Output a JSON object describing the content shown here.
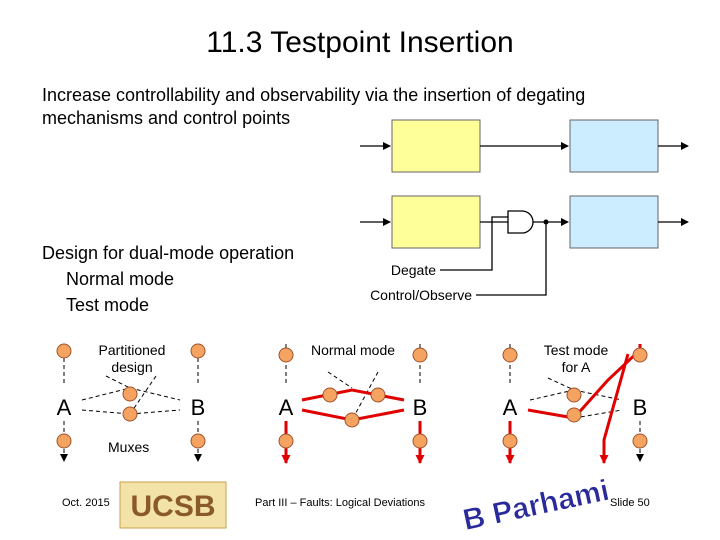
{
  "slide": {
    "title": "11.3  Testpoint Insertion",
    "intro": "Increase controllability and observability via the insertion of degating mechanisms and control points",
    "dual": {
      "heading": "Design for dual-mode operation",
      "mode_normal": "Normal mode",
      "mode_test": "Test mode"
    }
  },
  "degating_diagram": {
    "degate_label": "Degate",
    "control_observe_label": "Control/Observe",
    "colors": {
      "block_yellow": "#ffff99",
      "block_blue": "#ccecff"
    }
  },
  "partition_diagrams": {
    "partitioned_label": "Partitioned\ndesign",
    "normal_label": "Normal mode",
    "test_label": "Test mode\nfor A",
    "muxes_label": "Muxes",
    "block_a": "A",
    "block_b": "B",
    "colors": {
      "mux_orange": "#f4a460",
      "path_red": "#e00000"
    }
  },
  "footer": {
    "date": "Oct. 2015",
    "logo_text": "UCSB",
    "center": "Part III – Faults: Logical Deviations",
    "author": "B Parhami",
    "slide_number": "Slide 50"
  }
}
